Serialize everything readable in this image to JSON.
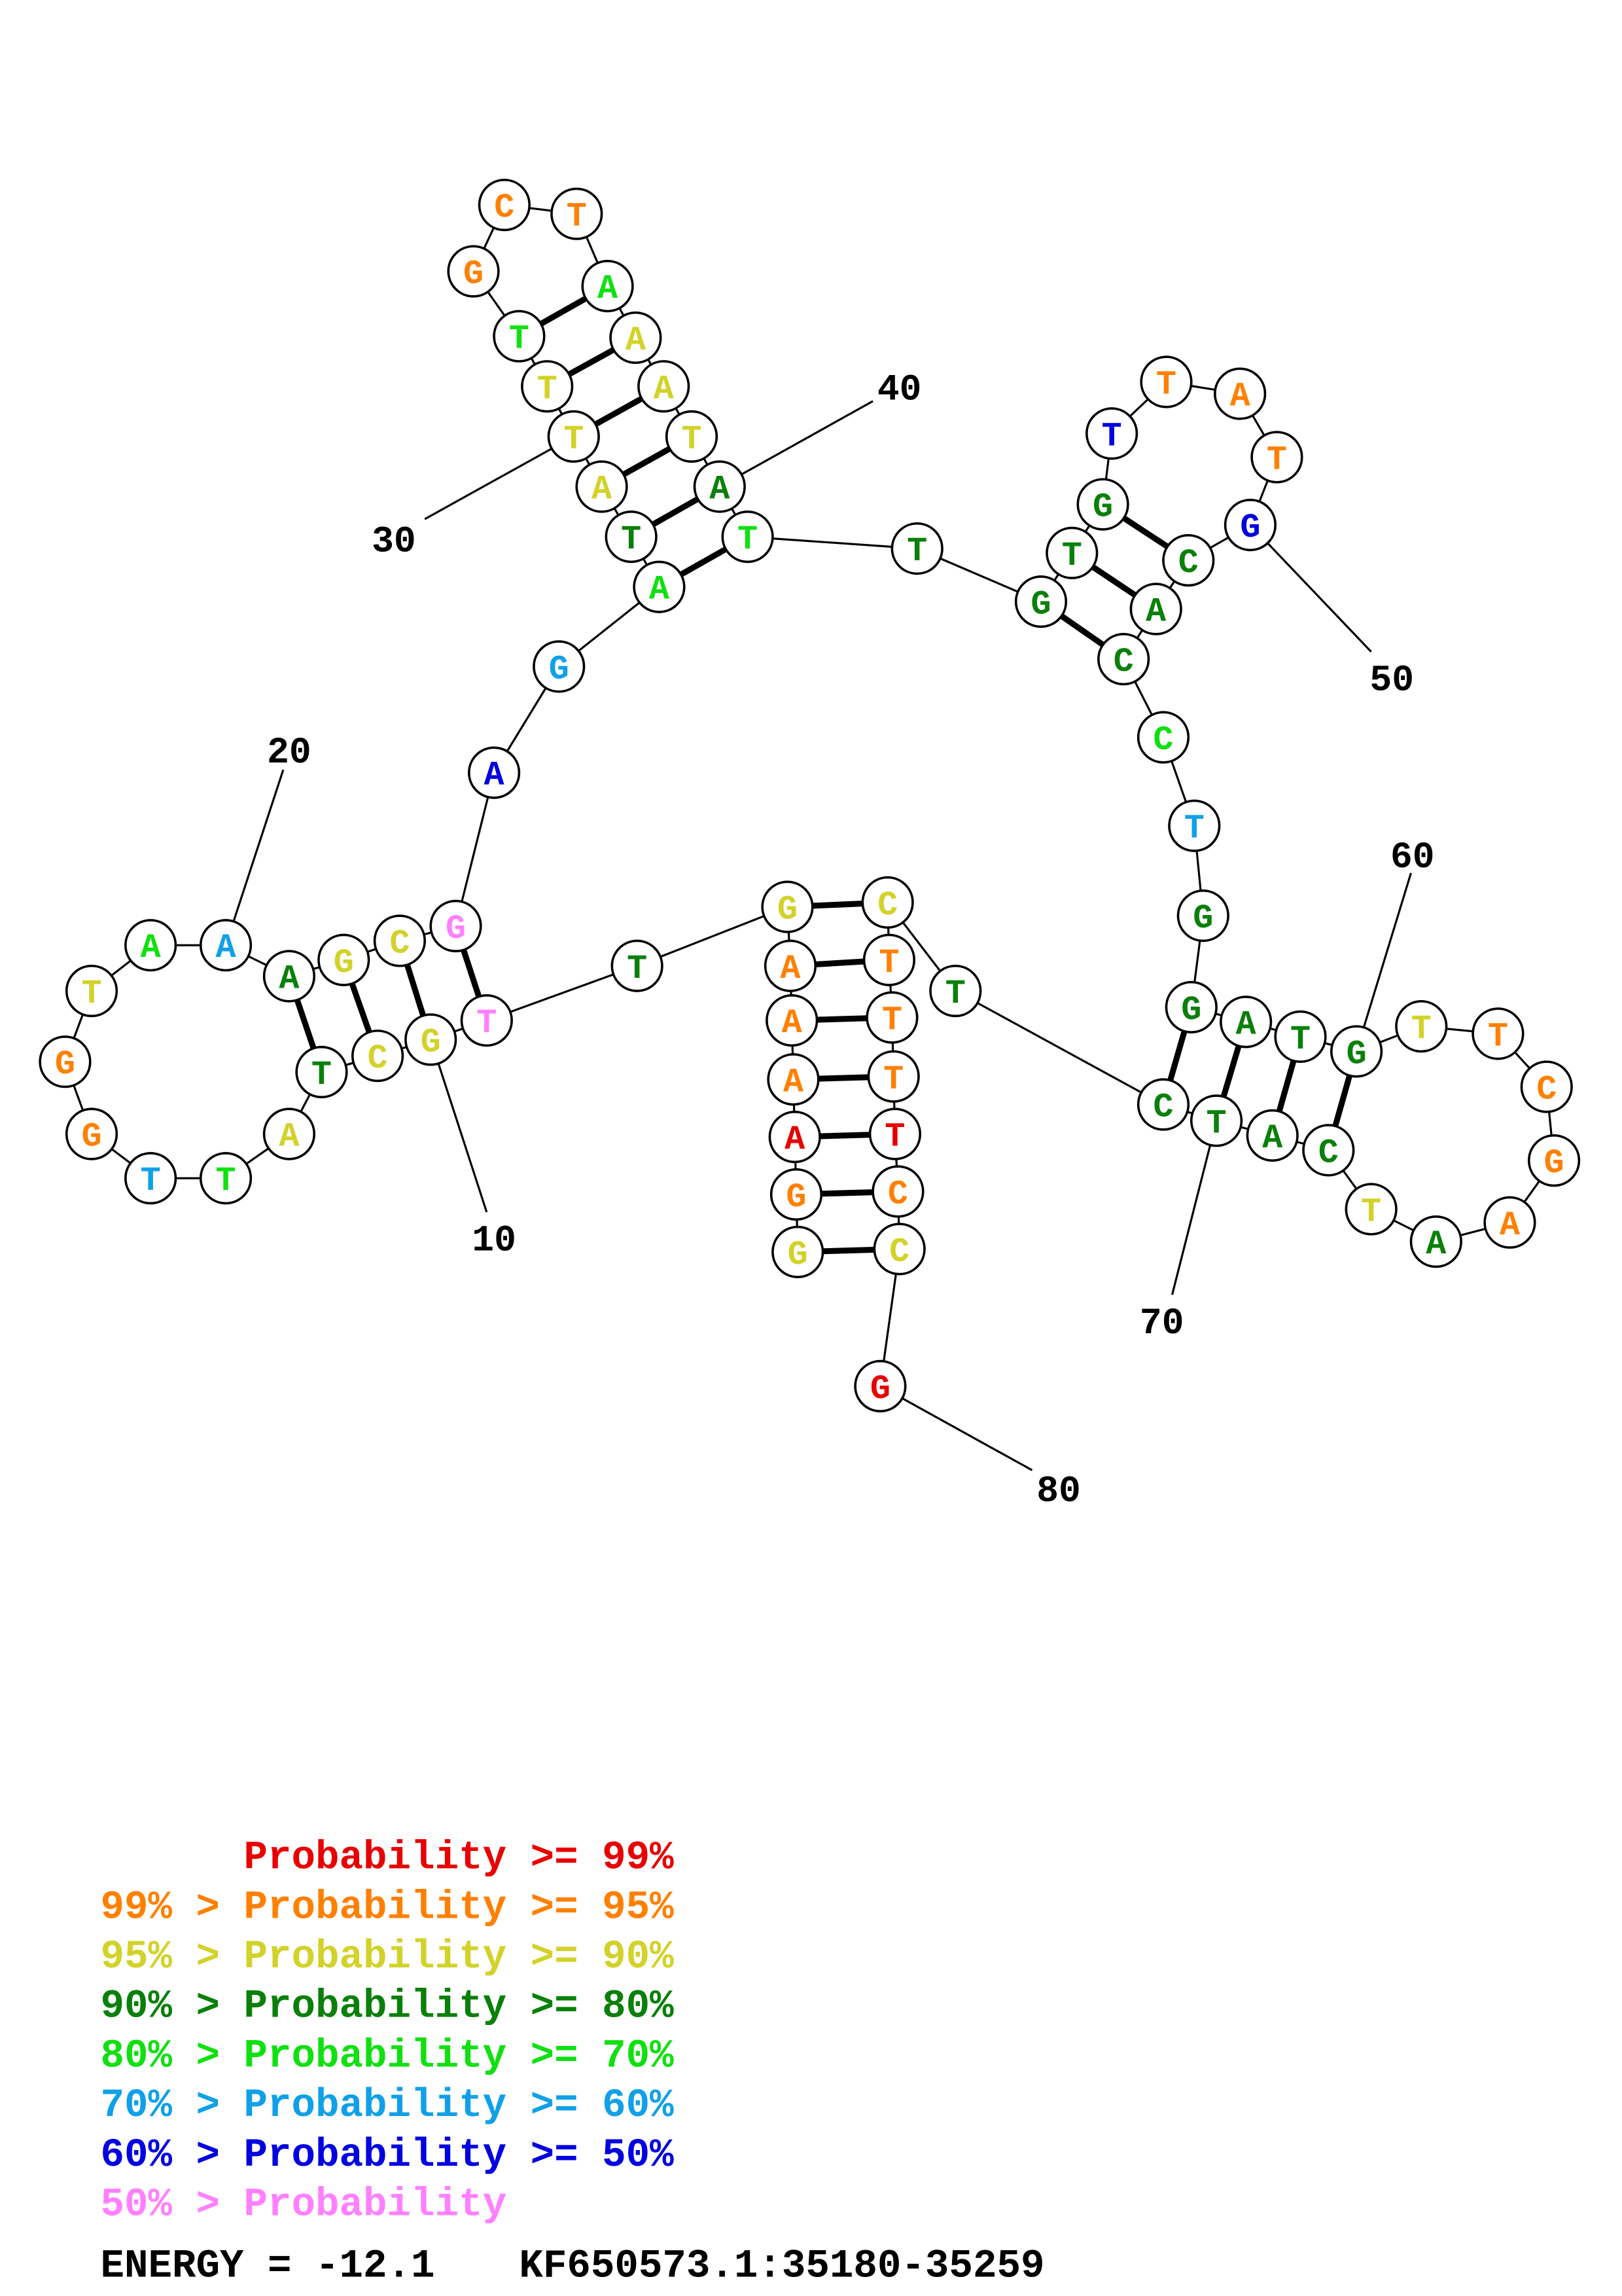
{
  "colors": {
    "p99": "#e80000",
    "p95": "#ff8000",
    "p90": "#d2d22a",
    "p80": "#0a800a",
    "p70": "#10e010",
    "p60": "#10a0e8",
    "p50": "#0000e0",
    "plow": "#ff80ff"
  },
  "sequence": [
    {
      "n": 1,
      "base": "G",
      "bin": "p90"
    },
    {
      "n": 2,
      "base": "G",
      "bin": "p95"
    },
    {
      "n": 3,
      "base": "A",
      "bin": "p99"
    },
    {
      "n": 4,
      "base": "A",
      "bin": "p95"
    },
    {
      "n": 5,
      "base": "A",
      "bin": "p95"
    },
    {
      "n": 6,
      "base": "A",
      "bin": "p95"
    },
    {
      "n": 7,
      "base": "G",
      "bin": "p90"
    },
    {
      "n": 8,
      "base": "T",
      "bin": "p80"
    },
    {
      "n": 9,
      "base": "T",
      "bin": "plow"
    },
    {
      "n": 10,
      "base": "G",
      "bin": "p90"
    },
    {
      "n": 11,
      "base": "C",
      "bin": "p90"
    },
    {
      "n": 12,
      "base": "T",
      "bin": "p80"
    },
    {
      "n": 13,
      "base": "A",
      "bin": "p90"
    },
    {
      "n": 14,
      "base": "T",
      "bin": "p70"
    },
    {
      "n": 15,
      "base": "T",
      "bin": "p60"
    },
    {
      "n": 16,
      "base": "G",
      "bin": "p95"
    },
    {
      "n": 17,
      "base": "G",
      "bin": "p95"
    },
    {
      "n": 18,
      "base": "T",
      "bin": "p90"
    },
    {
      "n": 19,
      "base": "A",
      "bin": "p70"
    },
    {
      "n": 20,
      "base": "A",
      "bin": "p60"
    },
    {
      "n": 21,
      "base": "A",
      "bin": "p80"
    },
    {
      "n": 22,
      "base": "G",
      "bin": "p90"
    },
    {
      "n": 23,
      "base": "C",
      "bin": "p90"
    },
    {
      "n": 24,
      "base": "G",
      "bin": "plow"
    },
    {
      "n": 25,
      "base": "A",
      "bin": "p50"
    },
    {
      "n": 26,
      "base": "G",
      "bin": "p60"
    },
    {
      "n": 27,
      "base": "A",
      "bin": "p70"
    },
    {
      "n": 28,
      "base": "T",
      "bin": "p80"
    },
    {
      "n": 29,
      "base": "A",
      "bin": "p90"
    },
    {
      "n": 30,
      "base": "T",
      "bin": "p90"
    },
    {
      "n": 31,
      "base": "T",
      "bin": "p90"
    },
    {
      "n": 32,
      "base": "T",
      "bin": "p70"
    },
    {
      "n": 33,
      "base": "G",
      "bin": "p95"
    },
    {
      "n": 34,
      "base": "C",
      "bin": "p95"
    },
    {
      "n": 35,
      "base": "T",
      "bin": "p95"
    },
    {
      "n": 36,
      "base": "A",
      "bin": "p70"
    },
    {
      "n": 37,
      "base": "A",
      "bin": "p90"
    },
    {
      "n": 38,
      "base": "A",
      "bin": "p90"
    },
    {
      "n": 39,
      "base": "T",
      "bin": "p90"
    },
    {
      "n": 40,
      "base": "A",
      "bin": "p80"
    },
    {
      "n": 41,
      "base": "T",
      "bin": "p70"
    },
    {
      "n": 42,
      "base": "T",
      "bin": "p80"
    },
    {
      "n": 43,
      "base": "G",
      "bin": "p80"
    },
    {
      "n": 44,
      "base": "T",
      "bin": "p80"
    },
    {
      "n": 45,
      "base": "G",
      "bin": "p80"
    },
    {
      "n": 46,
      "base": "T",
      "bin": "p50"
    },
    {
      "n": 47,
      "base": "T",
      "bin": "p95"
    },
    {
      "n": 48,
      "base": "A",
      "bin": "p95"
    },
    {
      "n": 49,
      "base": "T",
      "bin": "p95"
    },
    {
      "n": 50,
      "base": "G",
      "bin": "p50"
    },
    {
      "n": 51,
      "base": "C",
      "bin": "p80"
    },
    {
      "n": 52,
      "base": "A",
      "bin": "p80"
    },
    {
      "n": 53,
      "base": "C",
      "bin": "p80"
    },
    {
      "n": 54,
      "base": "C",
      "bin": "p70"
    },
    {
      "n": 55,
      "base": "T",
      "bin": "p60"
    },
    {
      "n": 56,
      "base": "G",
      "bin": "p80"
    },
    {
      "n": 57,
      "base": "G",
      "bin": "p80"
    },
    {
      "n": 58,
      "base": "A",
      "bin": "p80"
    },
    {
      "n": 59,
      "base": "T",
      "bin": "p80"
    },
    {
      "n": 60,
      "base": "G",
      "bin": "p80"
    },
    {
      "n": 61,
      "base": "T",
      "bin": "p90"
    },
    {
      "n": 62,
      "base": "T",
      "bin": "p95"
    },
    {
      "n": 63,
      "base": "C",
      "bin": "p95"
    },
    {
      "n": 64,
      "base": "G",
      "bin": "p95"
    },
    {
      "n": 65,
      "base": "A",
      "bin": "p95"
    },
    {
      "n": 66,
      "base": "A",
      "bin": "p80"
    },
    {
      "n": 67,
      "base": "T",
      "bin": "p90"
    },
    {
      "n": 68,
      "base": "C",
      "bin": "p80"
    },
    {
      "n": 69,
      "base": "A",
      "bin": "p80"
    },
    {
      "n": 70,
      "base": "T",
      "bin": "p80"
    },
    {
      "n": 71,
      "base": "C",
      "bin": "p80"
    },
    {
      "n": 72,
      "base": "T",
      "bin": "p80"
    },
    {
      "n": 73,
      "base": "C",
      "bin": "p90"
    },
    {
      "n": 74,
      "base": "T",
      "bin": "p95"
    },
    {
      "n": 75,
      "base": "T",
      "bin": "p95"
    },
    {
      "n": 76,
      "base": "T",
      "bin": "p95"
    },
    {
      "n": 77,
      "base": "T",
      "bin": "p99"
    },
    {
      "n": 78,
      "base": "C",
      "bin": "p95"
    },
    {
      "n": 79,
      "base": "C",
      "bin": "p90"
    },
    {
      "n": 80,
      "base": "G",
      "bin": "p99"
    }
  ],
  "pairs": [
    [
      1,
      79
    ],
    [
      2,
      78
    ],
    [
      3,
      77
    ],
    [
      4,
      76
    ],
    [
      5,
      75
    ],
    [
      6,
      74
    ],
    [
      7,
      73
    ],
    [
      9,
      24
    ],
    [
      10,
      23
    ],
    [
      11,
      22
    ],
    [
      12,
      21
    ],
    [
      27,
      41
    ],
    [
      28,
      40
    ],
    [
      29,
      39
    ],
    [
      30,
      38
    ],
    [
      31,
      37
    ],
    [
      32,
      36
    ],
    [
      43,
      53
    ],
    [
      44,
      52
    ],
    [
      45,
      51
    ],
    [
      57,
      71
    ],
    [
      58,
      70
    ],
    [
      59,
      69
    ],
    [
      60,
      68
    ]
  ],
  "position_labels": [
    "10",
    "20",
    "30",
    "40",
    "50",
    "60",
    "70",
    "80"
  ],
  "legend": [
    {
      "text": "      Probability >= 99%",
      "bin": "p99"
    },
    {
      "text": "99% > Probability >= 95%",
      "bin": "p95"
    },
    {
      "text": "95% > Probability >= 90%",
      "bin": "p90"
    },
    {
      "text": "90% > Probability >= 80%",
      "bin": "p80"
    },
    {
      "text": "80% > Probability >= 70%",
      "bin": "p70"
    },
    {
      "text": "70% > Probability >= 60%",
      "bin": "p60"
    },
    {
      "text": "60% > Probability >= 50%",
      "bin": "p50"
    },
    {
      "text": "50% > Probability",
      "bin": "plow"
    }
  ],
  "footer": {
    "energy": "ENERGY = -12.1",
    "sequence_id": "KF650573.1:35180-35259"
  }
}
